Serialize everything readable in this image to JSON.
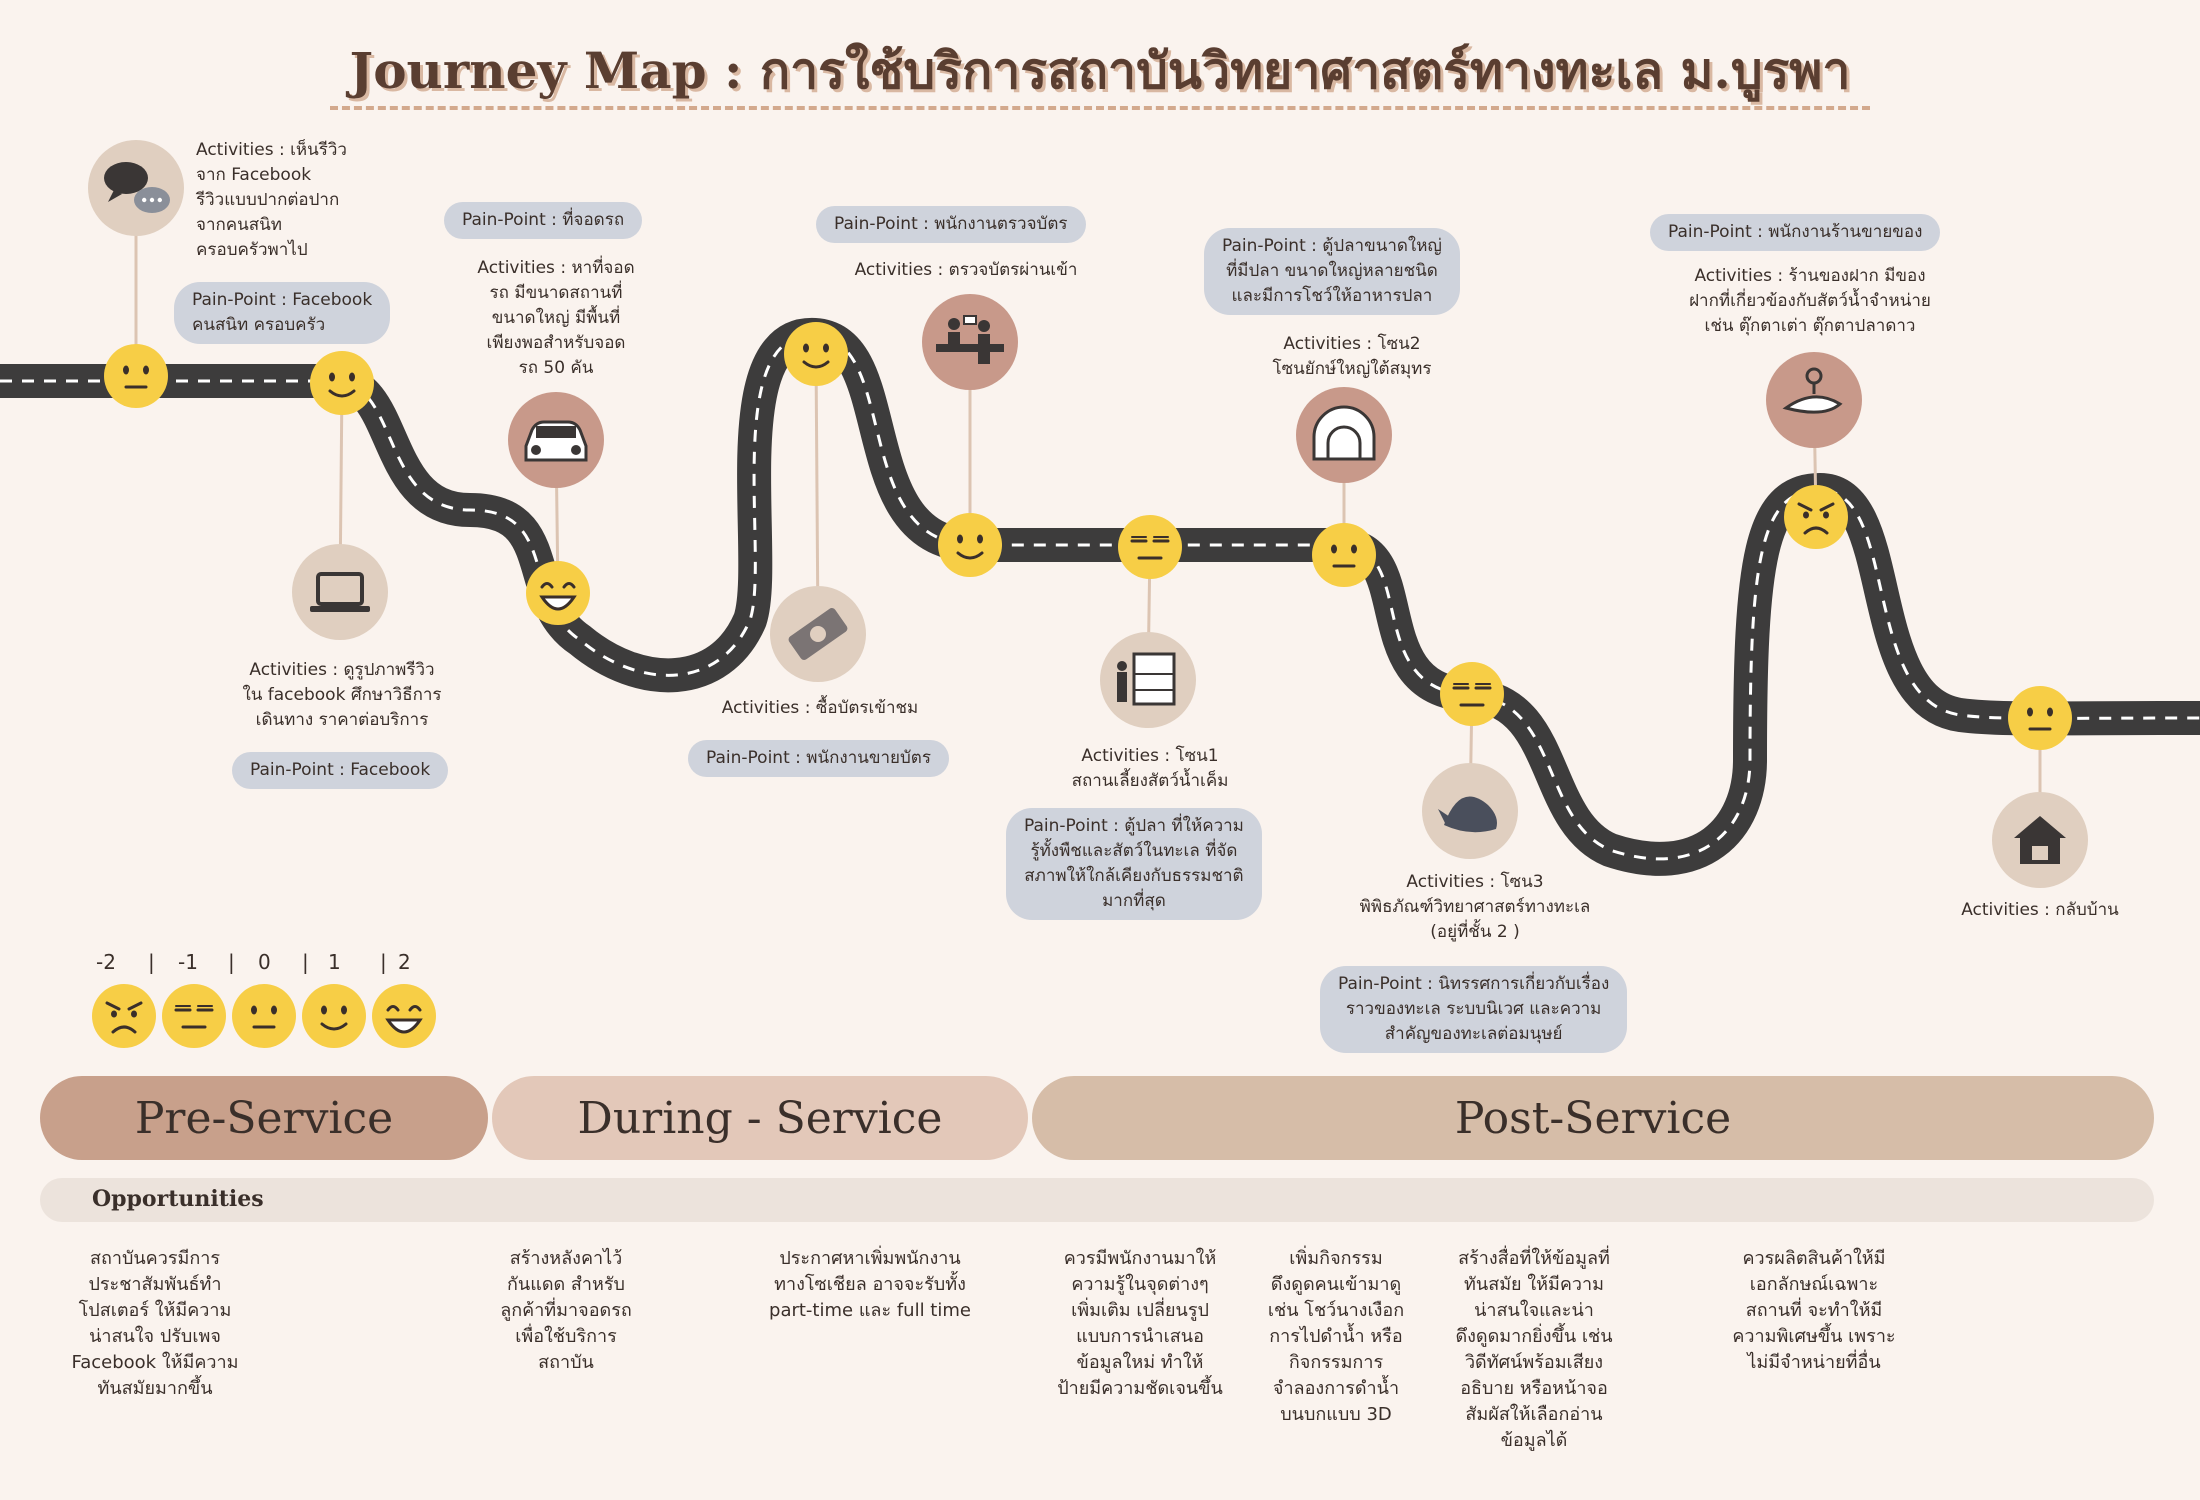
{
  "title": "Journey Map : การใช้บริการสถาบันวิทยาศาสตร์ทางทะเล ม.บูรพา",
  "colors": {
    "background": "#faf3ee",
    "road": "#3d3c3c",
    "icon_circle": "#e0cfc0",
    "icon_circle_dark": "#c8998a",
    "pain_point_bg": "#cfd3dc",
    "pre_service": "#c8a08b",
    "during_service": "#e3c8b9",
    "post_service": "#d6bda8",
    "emoji": "#f7ce46"
  },
  "steps": [
    {
      "icon": "speech-bubbles-icon",
      "activities": "Activities : เห็นรีวิว\nจาก Facebook\nรีวิวแบบปากต่อปาก\nจากคนสนิท\nครอบครัวพาไป",
      "pain_point": "Pain-Point : Facebook\nคนสนิท ครอบครัว",
      "emotion": 0
    },
    {
      "icon": "laptop-icon",
      "activities": "Activities : ดูรูปภาพรีวิว\nใน facebook ศึกษาวิธีการ\nเดินทาง ราคาต่อบริการ",
      "pain_point": "Pain-Point : Facebook",
      "emotion": 1
    },
    {
      "icon": "car-icon",
      "activities": "Activities : หาที่จอด\nรถ มีขนาดสถานที่\nขนาดใหญ่ มีพื้นที่\nเพียงพอสำหรับจอด\nรถ 50 คัน",
      "pain_point": "Pain-Point : ที่จอดรถ",
      "emotion": 2
    },
    {
      "icon": "ticket-icon",
      "activities": "Activities : ซื้อบัตรเข้าชม",
      "pain_point": "Pain-Point : พนักงานขายบัตร",
      "emotion": 1
    },
    {
      "icon": "ticket-check-icon",
      "activities": "Activities : ตรวจบัตรผ่านเข้า",
      "pain_point": "Pain-Point : พนักงานตรวจบัตร",
      "emotion": 1
    },
    {
      "icon": "aquarium-icon",
      "activities": "Activities : โซน1\nสถานเลี้ยงสัตว์น้ำเค็ม",
      "pain_point": "Pain-Point : ตู้ปลา ที่ให้ความ\nรู้ทั้งพืชและสัตว์ในทะเล ที่จัด\nสภาพให้ใกล้เคียงกับธรรมชาติ\nมากที่สุด",
      "emotion": -1
    },
    {
      "icon": "tunnel-icon",
      "activities": "Activities : โซน2\nโซนยักษ์ใหญ่ใต้สมุทร",
      "pain_point": "Pain-Point : ตู้ปลาขนาดใหญ่\nที่มีปลา ขนาดใหญ่หลายชนิด\nและมีการโชว์ให้อาหารปลา",
      "emotion": 0
    },
    {
      "icon": "whale-icon",
      "activities": "Activities : โซน3\nพิพิธภัณฑ์วิทยาศาสตร์ทางทะเล\n(อยู่ที่ชั้น 2 )",
      "pain_point": "Pain-Point : นิทรรศการเกี่ยวกับเรื่อง\nราวของทะเล ระบบนิเวศ และความ\nสำคัญของทะเลต่อมนุษย์",
      "emotion": -1
    },
    {
      "icon": "keychain-icon",
      "activities": "Activities : ร้านของฝาก มีของ\nฝากที่เกี่ยวข้องกับสัตว์น้ำจำหน่าย\nเช่น ตุ๊กตาเต่า ตุ๊กตาปลาดาว",
      "pain_point": "Pain-Point : พนักงานร้านขายของ",
      "emotion": -2
    },
    {
      "icon": "house-icon",
      "activities": "Activities : กลับบ้าน",
      "emotion": 0
    }
  ],
  "scale": {
    "labels": [
      "-2",
      "|",
      "-1",
      "|",
      "0",
      "|",
      "1",
      "|",
      "2"
    ]
  },
  "stages": [
    "Pre-Service",
    "During - Service",
    "Post-Service"
  ],
  "opportunities": {
    "title": "Opportunities",
    "items": [
      "สถาบันควรมีการ\nประชาสัมพันธ์ทำ\nโปสเตอร์ ให้มีความ\nน่าสนใจ ปรับเพจ\nFacebook ให้มีความ\nทันสมัยมากขึ้น",
      "สร้างหลังคาไว้\nกันแดด สำหรับ\nลูกค้าที่มาจอดรถ\nเพื่อใช้บริการ\nสถาบัน",
      "ประกาศหาเพิ่มพนักงาน\nทางโซเชียล อาจจะรับทั้ง\npart-time และ full time",
      "ควรมีพนักงานมาให้\nความรู้ในจุดต่างๆ\nเพิ่มเติม เปลี่ยนรูป\nแบบการนำเสนอ\nข้อมูลใหม่ ทำให้\nป้ายมีความชัดเจนขึ้น",
      "เพิ่มกิจกรรม\nดึงดูดคนเข้ามาดู\nเช่น โชว์นางเงือก\nการไปดำน้ำ หรือ\nกิจกรรมการ\nจำลองการดำน้ำ\nบนบกแบบ 3D",
      "สร้างสื่อที่ให้ข้อมูลที่\nทันสมัย ให้มีความ\nน่าสนใจและน่า\nดึงดูดมากยิ่งขึ้น เช่น\nวิดีทัศน์พร้อมเสียง\nอธิบาย หรือหน้าจอ\nสัมผัสให้เลือกอ่าน\nข้อมูลได้",
      "ควรผลิตสินค้าให้มี\nเอกลักษณ์เฉพาะ\nสถานที่ จะทำให้มี\nความพิเศษขึ้น เพราะ\nไม่มีจำหน่ายที่อื่น"
    ]
  }
}
